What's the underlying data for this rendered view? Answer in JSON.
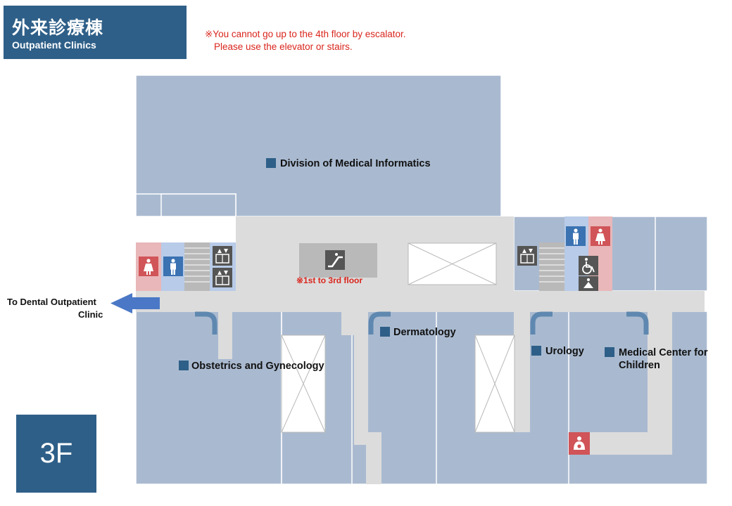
{
  "header": {
    "title_jp": "外来診療棟",
    "title_en": "Outpatient Clinics"
  },
  "notice": {
    "line1": "※You cannot go up to the 4th floor by escalator.",
    "line2": "Please use the elevator or stairs."
  },
  "floor": "3F",
  "escalator_note": "※1st to 3rd floor",
  "exit": {
    "line1": "To Dental Outpatient",
    "line2": "Clinic",
    "icon": "left-arrow"
  },
  "departments": {
    "medical_informatics": "Division of Medical Informatics",
    "dermatology": "Dermatology",
    "urology": "Urology",
    "obgyn": "Obstetrics and Gynecology",
    "children_line1": "Medical Center for",
    "children_line2": "Children"
  },
  "colors": {
    "brand": "#2e5f88",
    "room": "#a9bad0",
    "corridor": "#dcdcdc",
    "restroom_women": "#e9b7b9",
    "restroom_men": "#b8cbe8",
    "stairs": "#b9b9b9",
    "notice": "#d9251c",
    "arrow": "#4a78c6"
  },
  "icons": [
    "women-restroom-icon",
    "men-restroom-icon",
    "elevator-icon",
    "escalator-icon",
    "wheelchair-icon",
    "baby-changing-icon",
    "nursing-room-icon",
    "stairs-icon"
  ]
}
